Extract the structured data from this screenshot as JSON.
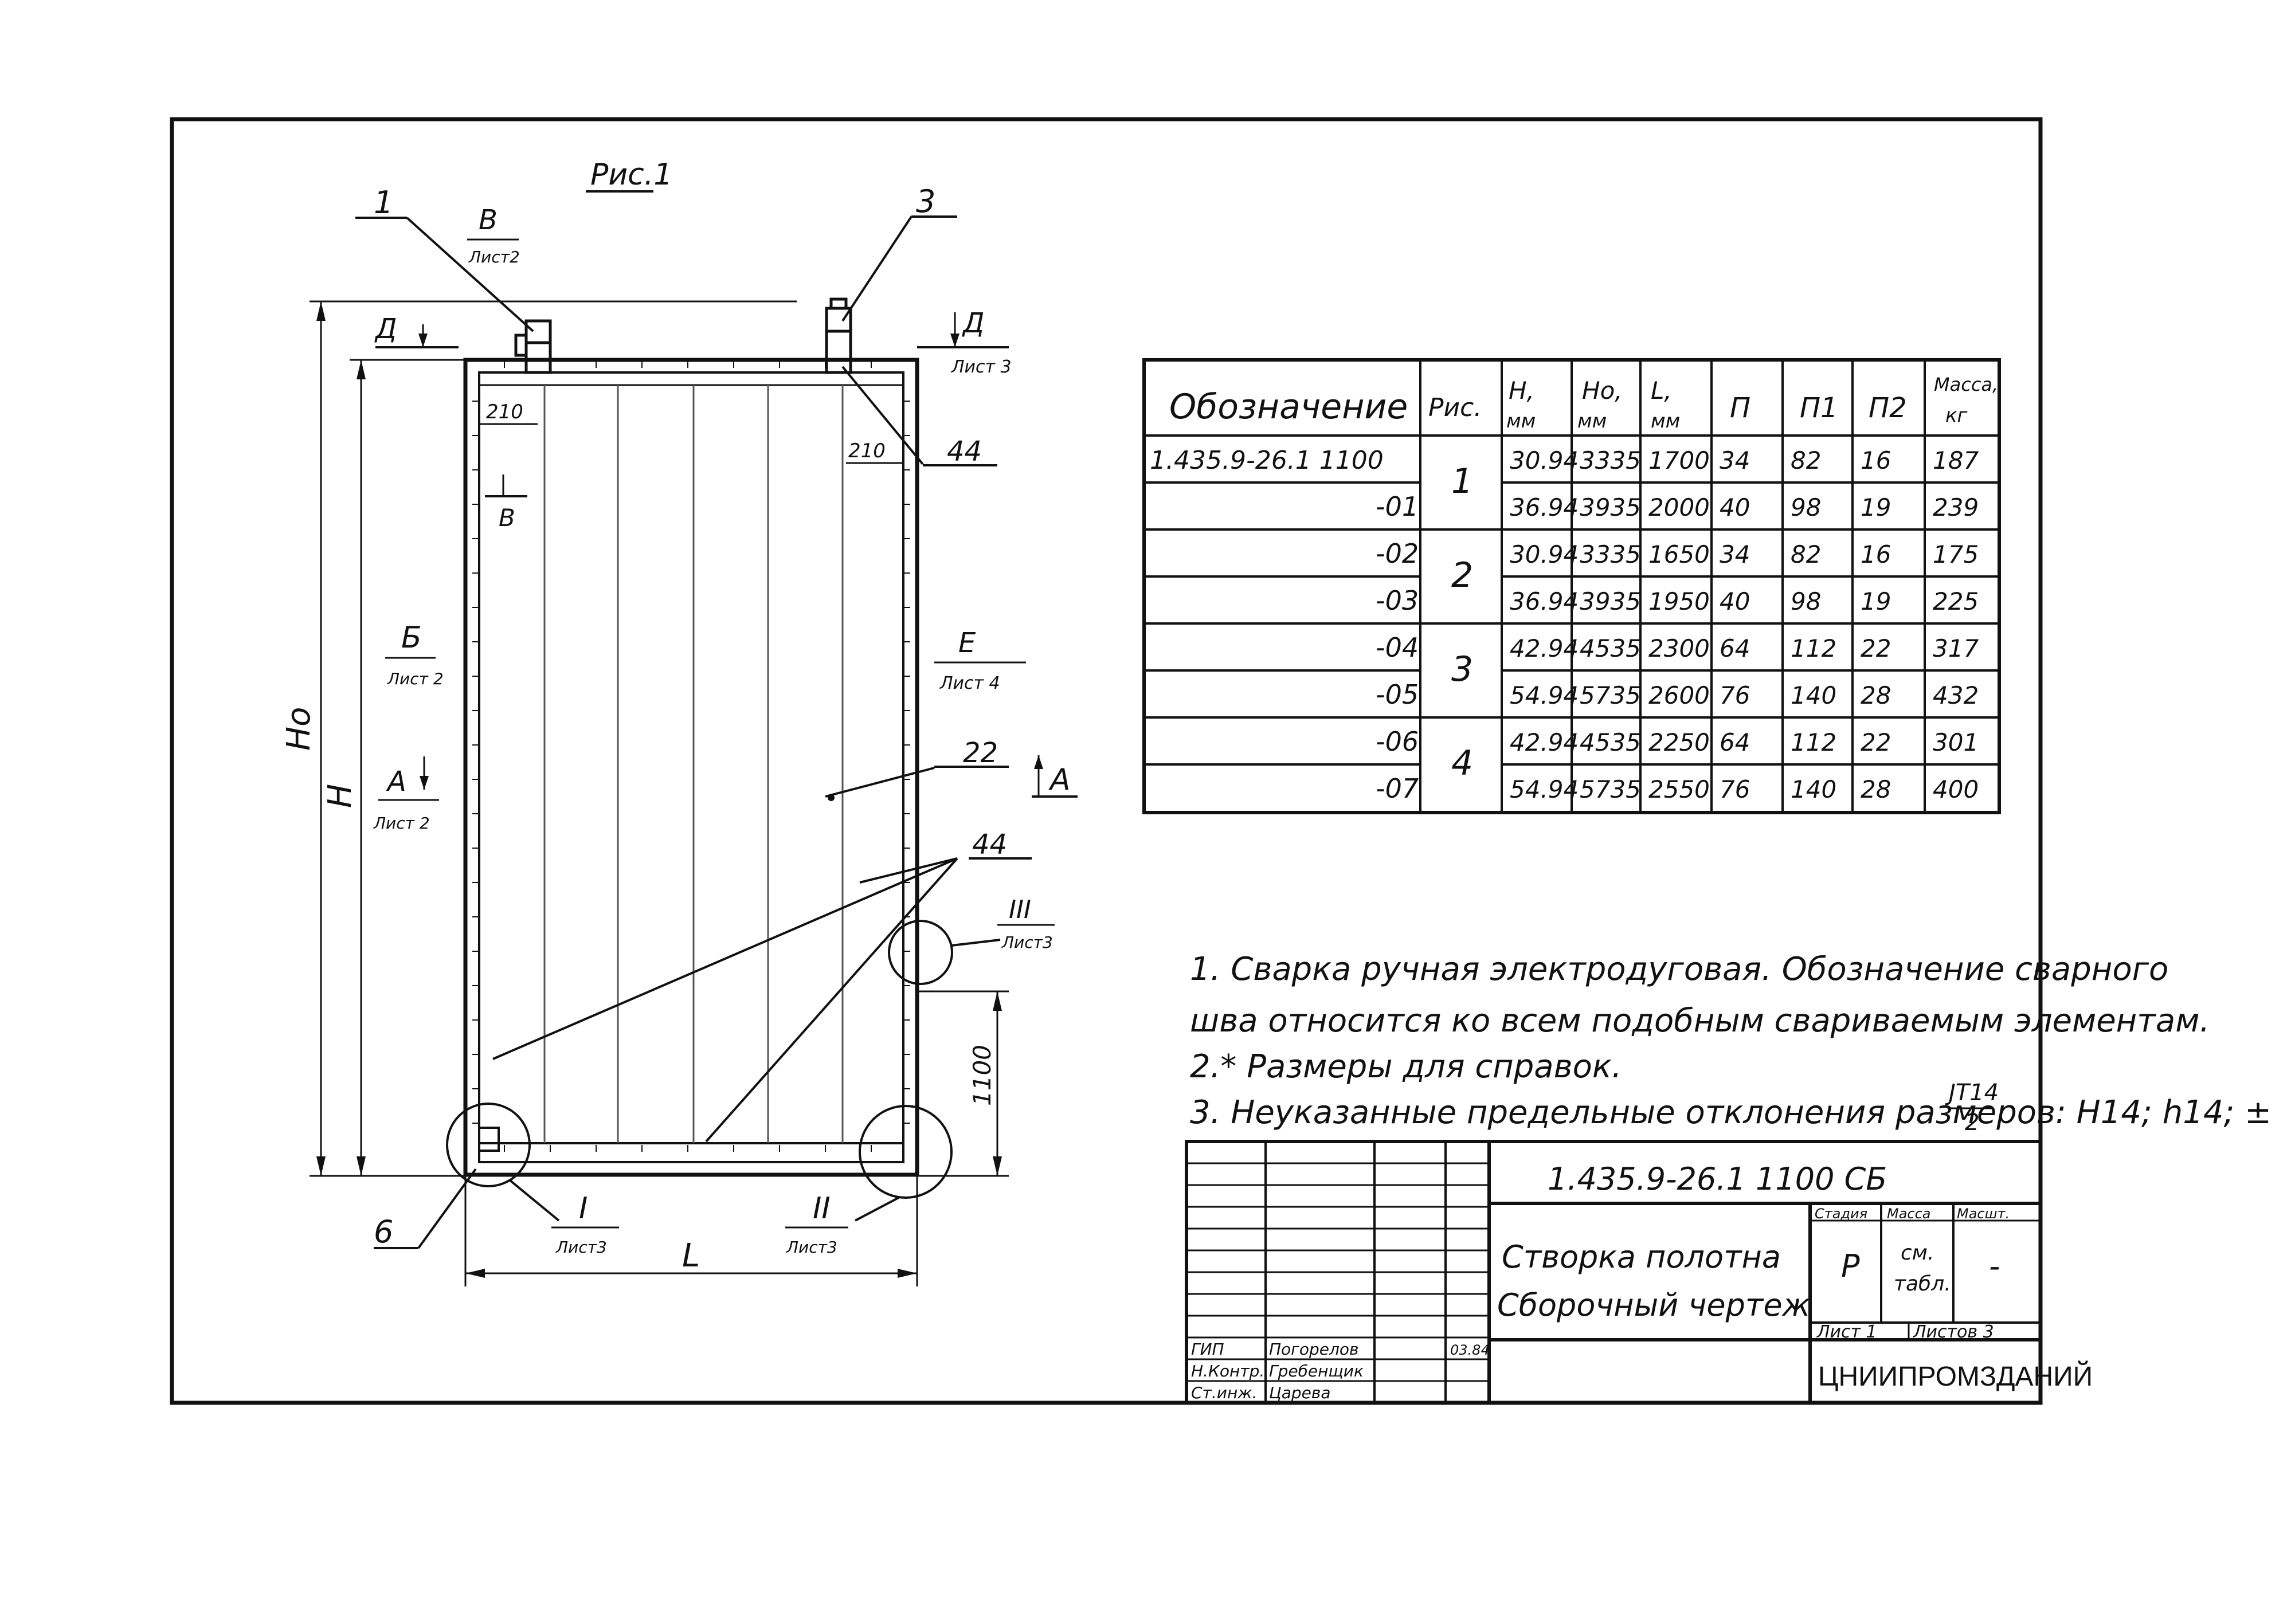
{
  "drawing": {
    "figure_label": "Рис.1",
    "callouts": {
      "c1": "1",
      "c3": "3",
      "c44_top": "44",
      "c22": "22",
      "c44_mid": "44",
      "c6": "6"
    },
    "sections": {
      "V_letter": "В",
      "V_sheet": "Лист2",
      "D_letter": "Д",
      "D_sheet": "Лист 3",
      "B_letter": "Б",
      "B_sheet": "Лист 2",
      "A_left_letter": "А",
      "A_left_sheet": "Лист 2",
      "A_right_letter": "А",
      "V_small": "В",
      "E_letter": "Е",
      "E_sheet": "Лист 4",
      "III_num": "III",
      "III_sheet": "Лист3",
      "I_num": "I",
      "I_sheet": "Лист3",
      "II_num": "II",
      "II_sheet": "Лист3"
    },
    "dims": {
      "ho": "Но",
      "h": "Н",
      "l": "L",
      "d210_left": "210",
      "d210_right": "210",
      "d1100": "1100"
    }
  },
  "table": {
    "headers": {
      "designation": "Обозначение",
      "fig": "Рис.",
      "h": "Н,",
      "h_unit": "мм",
      "ho": "Но,",
      "ho_unit": "мм",
      "l": "L,",
      "l_unit": "мм",
      "n": "П",
      "n1": "П1",
      "n2": "П2",
      "mass": "Масса,",
      "mass_unit": "кг"
    },
    "rows": [
      [
        "1.435.9-26.1 1100",
        "30.94",
        "3335",
        "1700",
        "34",
        "82",
        "16",
        "187"
      ],
      [
        "-01",
        "36.94",
        "3935",
        "2000",
        "40",
        "98",
        "19",
        "239"
      ],
      [
        "-02",
        "30.94",
        "3335",
        "1650",
        "34",
        "82",
        "16",
        "175"
      ],
      [
        "-03",
        "36.94",
        "3935",
        "1950",
        "40",
        "98",
        "19",
        "225"
      ],
      [
        "-04",
        "42.94",
        "4535",
        "2300",
        "64",
        "112",
        "22",
        "317"
      ],
      [
        "-05",
        "54.94",
        "5735",
        "2600",
        "76",
        "140",
        "28",
        "432"
      ],
      [
        "-06",
        "42.94",
        "4535",
        "2250",
        "64",
        "112",
        "22",
        "301"
      ],
      [
        "-07",
        "54.94",
        "5735",
        "2550",
        "76",
        "140",
        "28",
        "400"
      ]
    ],
    "fig_groups": [
      "1",
      "2",
      "3",
      "4"
    ]
  },
  "notes": [
    "1. Сварка ручная электродуговая. Обозначение сварного",
    "шва относится ко всем подобным свариваемым элементам.",
    "2.* Размеры для справок.",
    "3. Неуказанные предельные отклонения размеров: Н14; h14; ±"
  ],
  "notes_fraction": {
    "num": "JT14",
    "den": "2"
  },
  "title_block": {
    "code": "1.435.9-26.1     1100 СБ",
    "name_line1": "Створка полотна",
    "name_line2": "Сборочный чертеж",
    "stage_h": "Стадия",
    "mass_h": "Масса",
    "scale_h": "Масшт.",
    "stage": "Р",
    "mass_1": "см.",
    "mass_2": "табл.",
    "scale": "-",
    "sheet": "Лист 1",
    "sheets": "Листов 3",
    "org": "ЦНИИПРОМЗДАНИЙ",
    "sign_rows": [
      {
        "role": "ГИП",
        "name": "Погорелов",
        "date": "03.84"
      },
      {
        "role": "Н.Контр.",
        "name": "Гребенщик",
        "date": ""
      },
      {
        "role": "Ст.инж.",
        "name": "Царева",
        "date": ""
      }
    ]
  },
  "colors": {
    "ink": "#111111",
    "paper": "#ffffff"
  }
}
